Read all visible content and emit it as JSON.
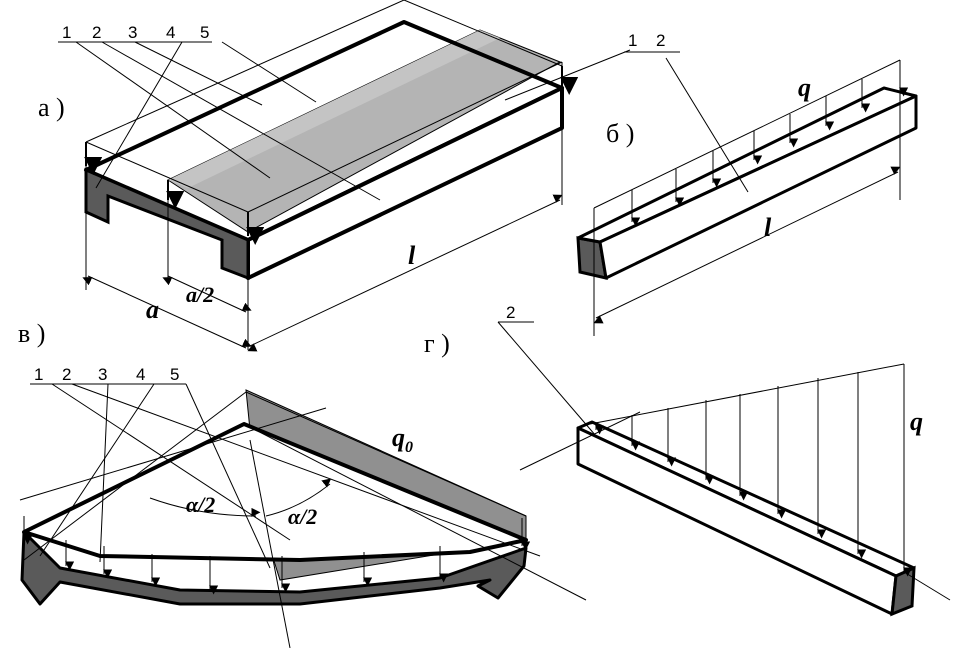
{
  "panels": {
    "a": "а )",
    "b": "б )",
    "v": "в )",
    "g": "г )"
  },
  "labels_a": [
    "1",
    "2",
    "3",
    "4",
    "5"
  ],
  "labels_b": [
    "1",
    "2"
  ],
  "labels_v": [
    "1",
    "2",
    "3",
    "4",
    "5"
  ],
  "labels_g": [
    "2"
  ],
  "symbols": {
    "l": "l",
    "a": "a",
    "a_half": "a/2",
    "q": "q",
    "q0": "q",
    "q0_sub": "0",
    "alpha_half": "α/2"
  },
  "colors": {
    "line": "#000000",
    "shade_light": "#b4b4b4",
    "shade_mid": "#909090",
    "shade_dark": "#5a5a5a",
    "background": "#ffffff"
  }
}
